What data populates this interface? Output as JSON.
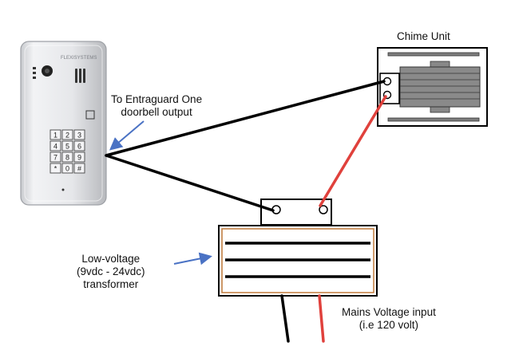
{
  "labels": {
    "chime_unit": "Chime Unit",
    "doorbell_output": [
      "To Entraguard One",
      "doorbell output"
    ],
    "transformer": [
      "Low-voltage",
      "(9vdc - 24vdc)",
      "transformer"
    ],
    "mains_input": [
      "Mains Voltage input",
      "(i.e 120 volt)"
    ]
  },
  "intercom": {
    "brand_text": "FLEXISYSTEMS",
    "keypad_keys": [
      "1",
      "2",
      "3",
      "4",
      "5",
      "6",
      "7",
      "8",
      "9",
      "*",
      "0",
      "#"
    ]
  },
  "colors": {
    "wire_low_voltage": "#000000",
    "wire_mains": "#e0413c",
    "arrow": "#4a72c4",
    "transformer_border": "#c07a3a"
  }
}
